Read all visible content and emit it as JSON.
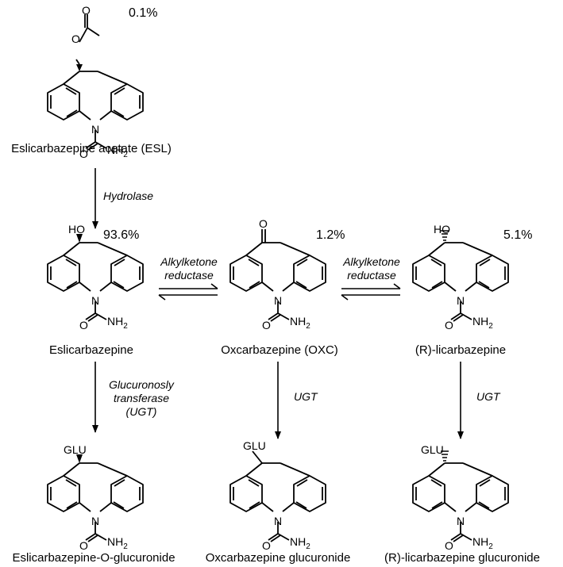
{
  "diagram": {
    "compounds": {
      "esl": {
        "name": "Eslicarbazepine acetate (ESL)",
        "percent": "0.1%"
      },
      "eslic": {
        "name": "Eslicarbazepine",
        "percent": "93.6%"
      },
      "oxc": {
        "name": "Oxcarbazepine (OXC)",
        "percent": "1.2%"
      },
      "rlic": {
        "name": "(R)-licarbazepine",
        "percent": "5.1%"
      },
      "eslic_gluc": {
        "name": "Eslicarbazepine-O-glucuronide"
      },
      "oxc_gluc": {
        "name": "Oxcarbazepine glucuronide"
      },
      "rlic_gluc": {
        "name": "(R)-licarbazepine glucuronide"
      }
    },
    "enzymes": {
      "hydrolase": "Hydrolase",
      "akr_left": [
        "Alkylketone",
        "reductase"
      ],
      "akr_right": [
        "Alkylketone",
        "reductase"
      ],
      "ugt_left": [
        "Glucuronosly",
        "transferase",
        "(UGT)"
      ],
      "ugt_mid": "UGT",
      "ugt_right": "UGT"
    },
    "atoms": {
      "O": "O",
      "N": "N",
      "NH": "NH",
      "sub2": "2",
      "HO": "HO",
      "GLU": "GLU"
    }
  }
}
